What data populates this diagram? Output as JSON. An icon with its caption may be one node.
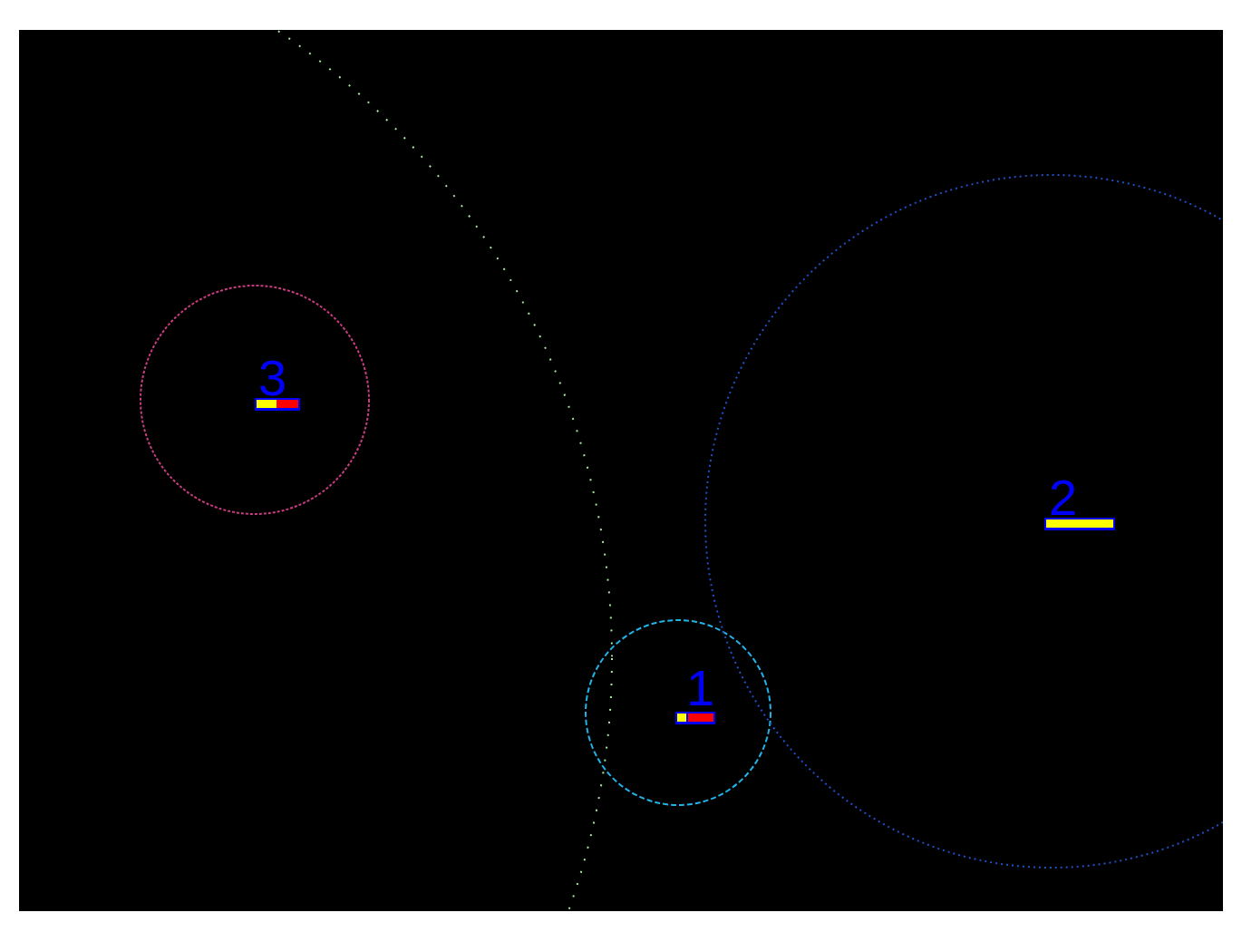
{
  "diagram": {
    "nodes": [
      {
        "text": [],
        "shape": "circle"
      },
      {
        "text": [
          "3"
        ],
        "in": 0
      },
      {
        "text": [
          "1"
        ]
      },
      {
        "text": [
          "2"
        ]
      }
    ]
  }
}
